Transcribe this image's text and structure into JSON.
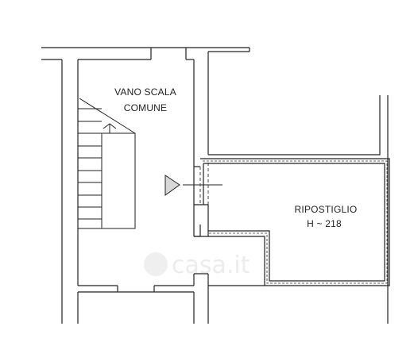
{
  "rooms": {
    "stair_hall": {
      "line1": "VANO SCALA",
      "line2": "COMUNE"
    },
    "storage": {
      "name": "RIPOSTIGLIO",
      "height": "H ~ 218"
    }
  },
  "watermark": {
    "text": "casa.it"
  },
  "colors": {
    "wall": "#111111",
    "line": "#222222",
    "arrow_fill": "#d8d8d8",
    "watermark": "#dddddd"
  }
}
